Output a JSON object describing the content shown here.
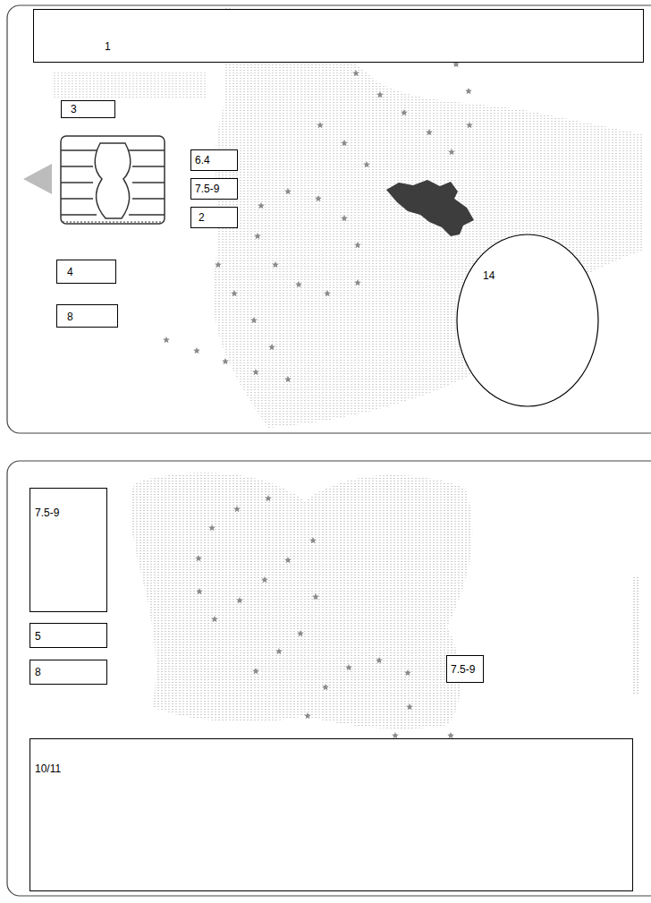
{
  "diagram": {
    "nodes": [
      {
        "text": [
          "1"
        ]
      },
      {
        "text": [
          "3"
        ]
      },
      {
        "text": [
          "6.4"
        ]
      },
      {
        "text": [
          "7.5-9"
        ]
      },
      {
        "text": [
          "2"
        ]
      },
      {
        "text": [
          "4"
        ]
      },
      {
        "text": [
          "8"
        ]
      },
      {
        "text": [
          "14"
        ]
      },
      {
        "text": [
          "7.5-9"
        ]
      },
      {
        "text": [
          "5"
        ]
      },
      {
        "text": [
          "8"
        ]
      },
      {
        "text": [
          "7.5-9"
        ]
      },
      {
        "text": [
          "10/11"
        ]
      }
    ]
  }
}
